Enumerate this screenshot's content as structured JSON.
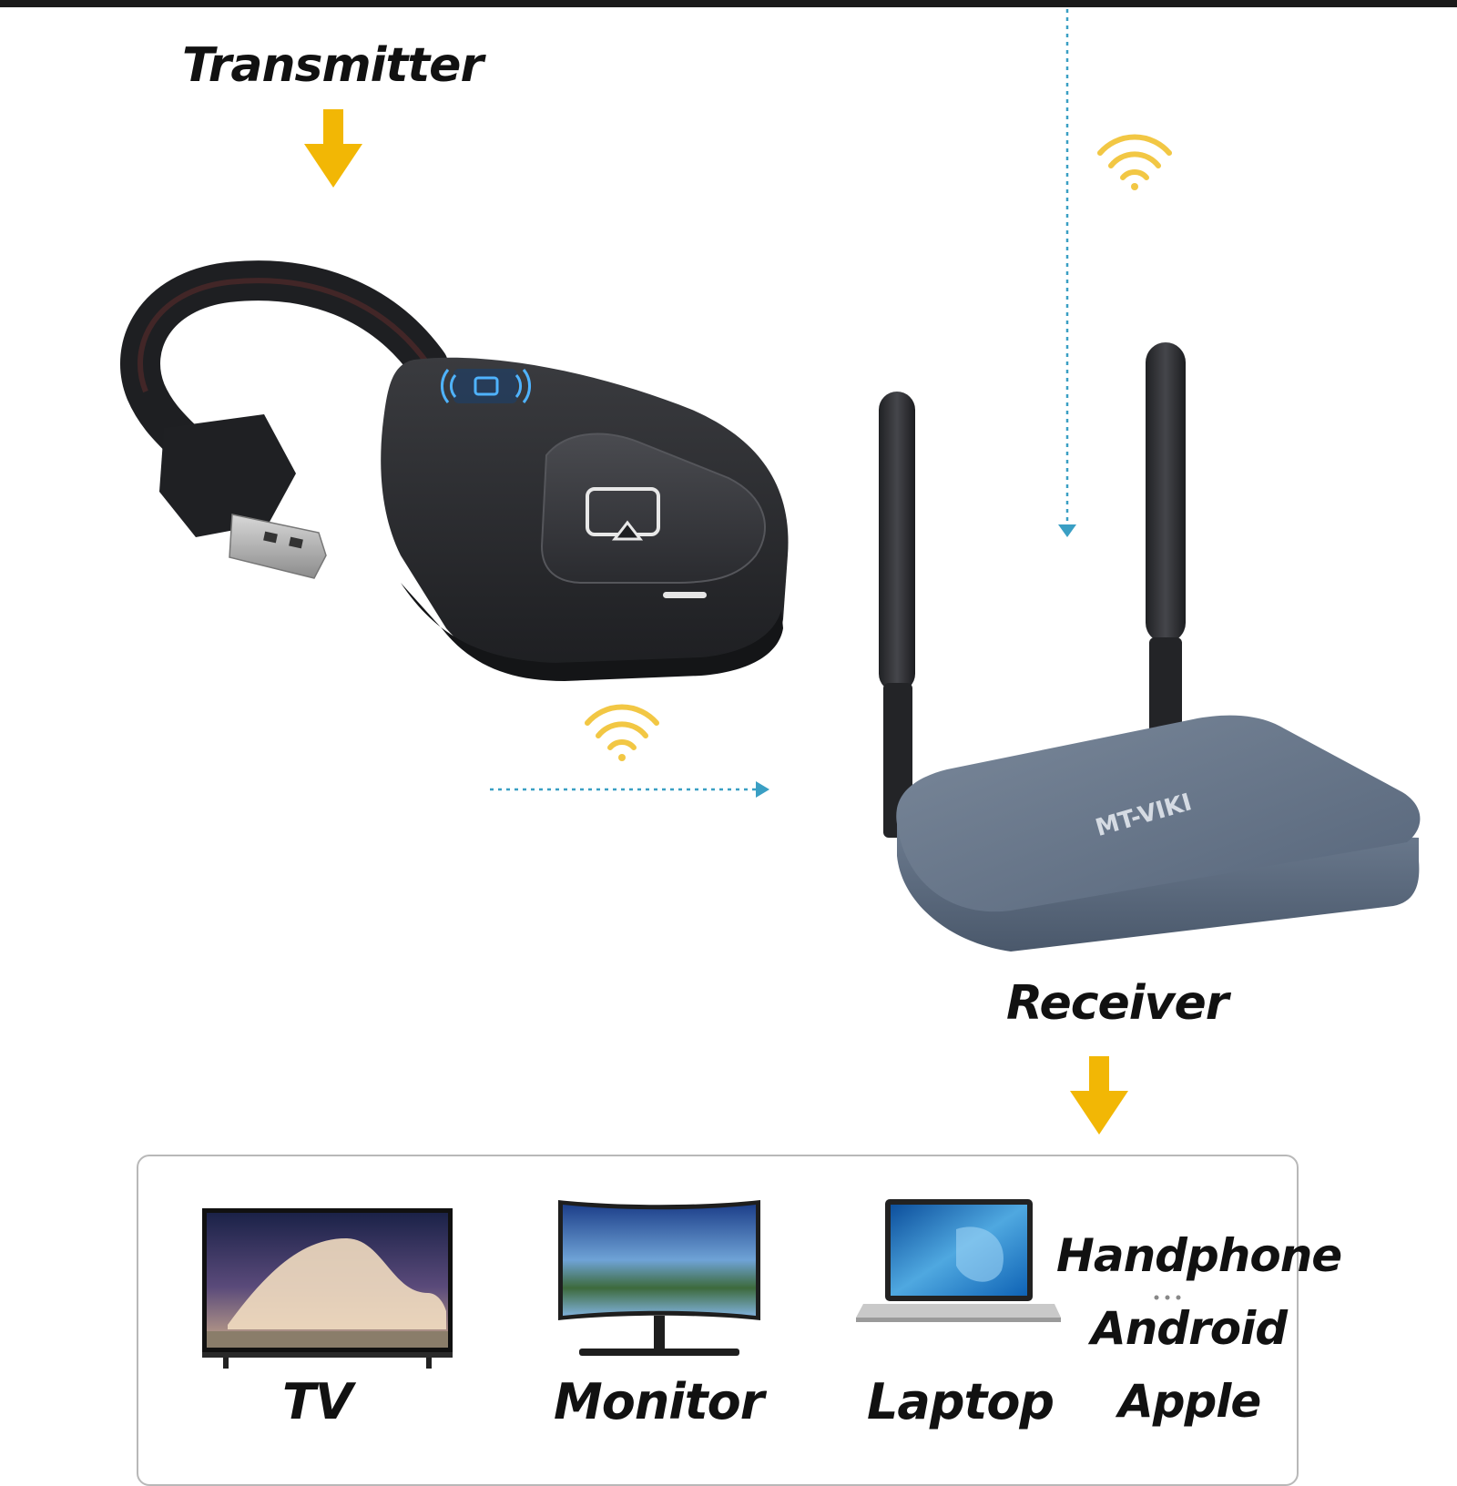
{
  "labels": {
    "transmitter": "Transmitter",
    "receiver": "Receiver"
  },
  "receiver_brand": "MT-VIKI",
  "devices": {
    "tv": "TV",
    "monitor": "Monitor",
    "laptop": "Laptop",
    "phone_line1": "Handphone",
    "phone_line2": "Android",
    "phone_line3": "Apple"
  },
  "icons": {
    "arrow": "down-arrow-icon",
    "wifi": "wifi-icon",
    "cast": "screen-cast-icon",
    "nfc": "nfc-icon"
  },
  "colors": {
    "arrow": "#f2b705",
    "dotted_line": "#3a9fc4",
    "transmitter_body": "#2a2b2e",
    "receiver_body": "#5e6d80",
    "panel_border": "#b8b8b8"
  }
}
